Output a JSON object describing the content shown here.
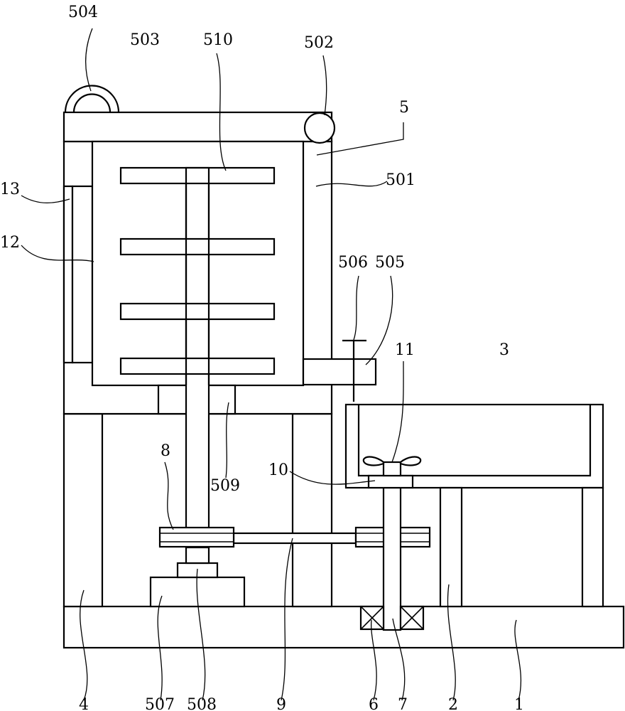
{
  "labels": {
    "l1": "1",
    "l2": "2",
    "l3": "3",
    "l4": "4",
    "l5": "5",
    "l6": "6",
    "l7": "7",
    "l8": "8",
    "l9": "9",
    "l10": "10",
    "l11": "11",
    "l12": "12",
    "l13": "13",
    "l501": "501",
    "l502": "502",
    "l503": "503",
    "l504": "504",
    "l505": "505",
    "l506": "506",
    "l507": "507",
    "l508": "508",
    "l509": "509",
    "l510": "510"
  }
}
